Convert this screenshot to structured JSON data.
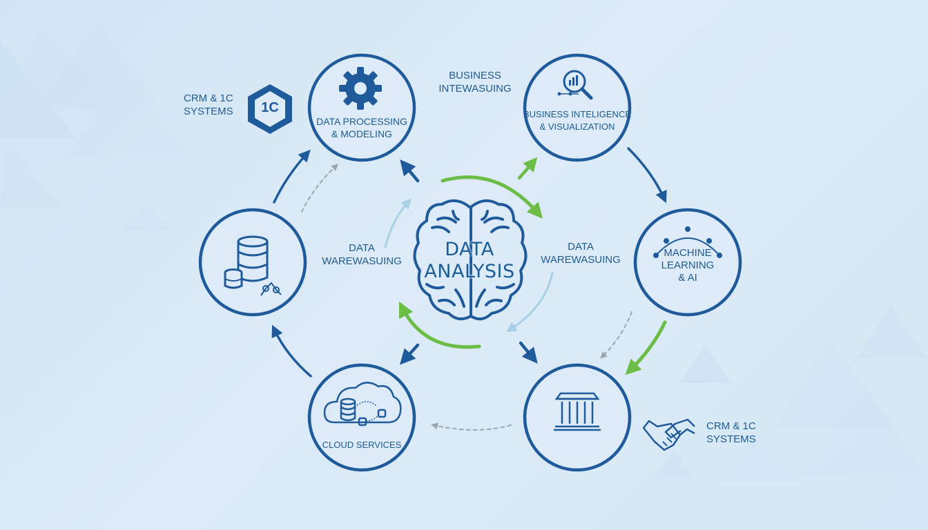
{
  "center": {
    "line1": "DATA",
    "line2": "ANALYSIS"
  },
  "nodes": {
    "processing": {
      "line1": "DATA PROCESSING",
      "line2": "& MODELING",
      "icon": "gear-icon"
    },
    "bi": {
      "line1": "BUSINESS INTELIGENCE",
      "line2": "& VISUALIZATION",
      "icon": "bar-chart-magnifier-icon"
    },
    "ml": {
      "line1": "MACHINE",
      "line2": "LEARNING",
      "line3": "& AI",
      "icon": "network-arc-icon"
    },
    "crm_node": {
      "icon": "building-columns-icon"
    },
    "cloud": {
      "label": "CLOUD SERVICES",
      "icon": "cloud-database-icon"
    },
    "storage": {
      "icon": "database-stack-icon"
    }
  },
  "labels": {
    "crm_top": {
      "line1": "CRM & 1C",
      "line2": "SYSTEMS"
    },
    "badge_1c": "1C",
    "business_top": {
      "line1": "BUSINESS",
      "line2": "INTEWASUING"
    },
    "warehouse_left": {
      "line1": "DATA",
      "line2": "WAREWASUING"
    },
    "warehouse_right": {
      "line1": "DATA",
      "line2": "WAREWASUING"
    },
    "crm_bottom": {
      "line1": "CRM & 1C",
      "line2": "SYSTEMS"
    }
  },
  "icons": {
    "hexagon_badge": "hexagon-1c-icon",
    "handshake": "handshake-icon",
    "brain": "brain-icon"
  },
  "colors": {
    "primary": "#1f5a9a",
    "accent_green": "#6cbd45",
    "light_blue": "#a9cfe6",
    "gray_dashed": "#9aa5ae",
    "background": "#d8e9f6"
  }
}
